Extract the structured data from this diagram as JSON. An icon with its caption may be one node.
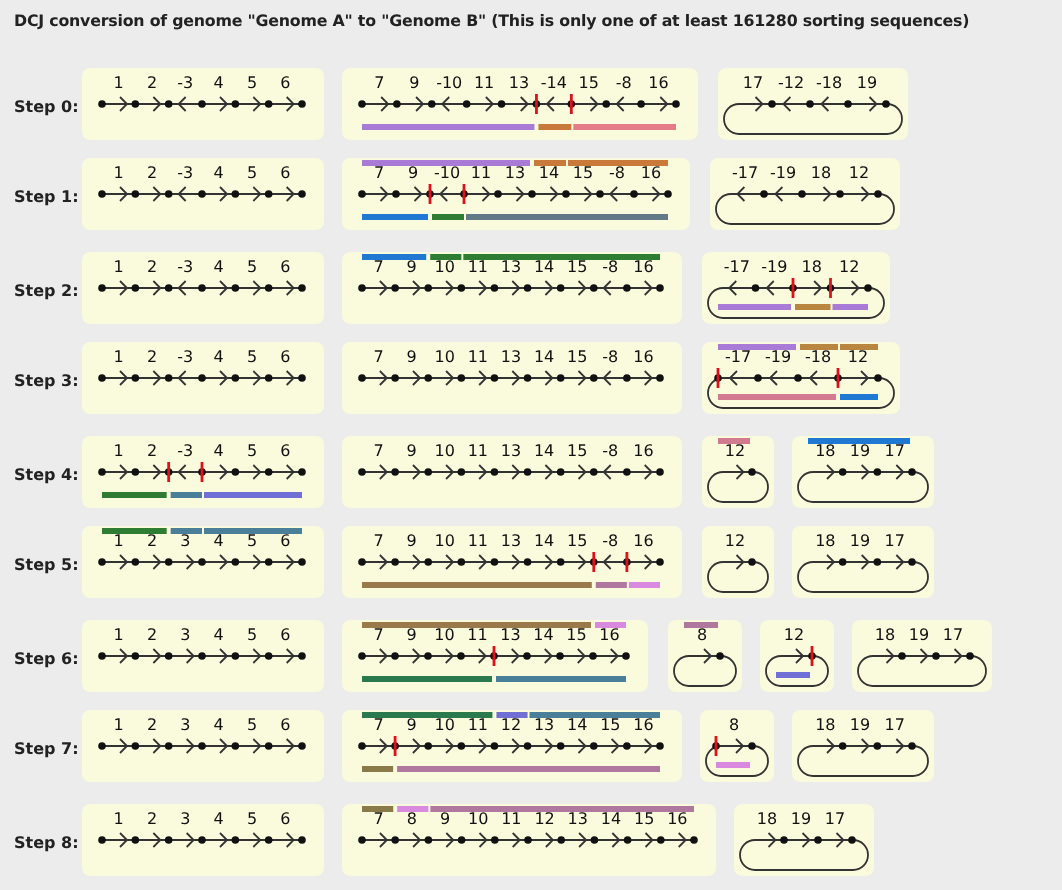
{
  "diagram": {
    "title": "DCJ conversion of genome \"Genome A\" to \"Genome B\"  (This is only one of at least 161280 sorting sequences)",
    "nodes": [
      {
        "text": [
          "1",
          "2",
          "-3",
          "4",
          "5",
          "6"
        ]
      },
      {
        "text": [
          "7",
          "9",
          "-10",
          "11",
          "13",
          "-14",
          "15",
          "-8",
          "16"
        ]
      },
      {
        "text": [
          "17",
          "-12",
          "-18",
          "19"
        ]
      },
      {
        "text": [
          "1",
          "2",
          "-3",
          "4",
          "5",
          "6"
        ]
      },
      {
        "text": [
          "7",
          "9",
          "-10",
          "11",
          "13",
          "14",
          "15",
          "-8",
          "16"
        ]
      },
      {
        "text": [
          "-17",
          "-19",
          "18",
          "12"
        ]
      },
      {
        "text": [
          "1",
          "2",
          "-3",
          "4",
          "5",
          "6"
        ]
      },
      {
        "text": [
          "7",
          "9",
          "10",
          "11",
          "13",
          "14",
          "15",
          "-8",
          "16"
        ]
      },
      {
        "text": [
          "-17",
          "-19",
          "18",
          "12"
        ]
      },
      {
        "text": [
          "1",
          "2",
          "-3",
          "4",
          "5",
          "6"
        ]
      },
      {
        "text": [
          "7",
          "9",
          "10",
          "11",
          "13",
          "14",
          "15",
          "-8",
          "16"
        ]
      },
      {
        "text": [
          "-17",
          "-19",
          "-18",
          "12"
        ]
      },
      {
        "text": [
          "1",
          "2",
          "-3",
          "4",
          "5",
          "6"
        ]
      },
      {
        "text": [
          "7",
          "9",
          "10",
          "11",
          "13",
          "14",
          "15",
          "-8",
          "16"
        ]
      },
      {
        "text": [
          "12"
        ]
      },
      {
        "text": [
          "18",
          "19",
          "17"
        ]
      },
      {
        "text": [
          "1",
          "2",
          "3",
          "4",
          "5",
          "6"
        ]
      },
      {
        "text": [
          "7",
          "9",
          "10",
          "11",
          "13",
          "14",
          "15",
          "-8",
          "16"
        ]
      },
      {
        "text": [
          "12"
        ]
      },
      {
        "text": [
          "18",
          "19",
          "17"
        ]
      },
      {
        "text": [
          "1",
          "2",
          "3",
          "4",
          "5",
          "6"
        ]
      },
      {
        "text": [
          "7",
          "9",
          "10",
          "11",
          "13",
          "14",
          "15",
          "16"
        ]
      },
      {
        "text": [
          "8"
        ]
      },
      {
        "text": [
          "12"
        ]
      },
      {
        "text": [
          "18",
          "19",
          "17"
        ]
      },
      {
        "text": [
          "1",
          "2",
          "3",
          "4",
          "5",
          "6"
        ]
      },
      {
        "text": [
          "7",
          "9",
          "10",
          "11",
          "12",
          "13",
          "14",
          "15",
          "16"
        ]
      },
      {
        "text": [
          "8"
        ]
      },
      {
        "text": [
          "18",
          "19",
          "17"
        ]
      },
      {
        "text": [
          "1",
          "2",
          "3",
          "4",
          "5",
          "6"
        ]
      },
      {
        "text": [
          "7",
          "8",
          "9",
          "10",
          "11",
          "12",
          "13",
          "14",
          "15",
          "16"
        ]
      },
      {
        "text": [
          "18",
          "19",
          "17"
        ]
      }
    ],
    "labels": [
      "Step 0:",
      "Step 1:",
      "Step 2:",
      "Step 3:",
      "Step 4:",
      "Step 5:",
      "Step 6:",
      "Step 7:",
      "Step 8:"
    ]
  }
}
